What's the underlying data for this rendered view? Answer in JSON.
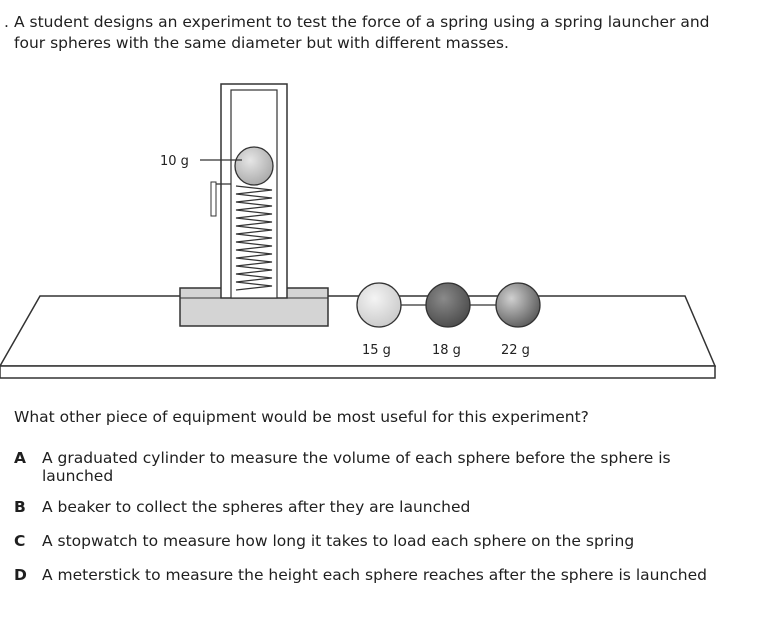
{
  "question": {
    "stem_mark": ".",
    "stem": "A student designs an experiment to test the force of a spring using a spring launcher and four spheres with the same diameter but with different masses.",
    "prompt": "What other piece of equipment would be most useful for this experiment?"
  },
  "figure": {
    "launcher_sphere_label": "10 g",
    "spheres": [
      {
        "label": "15 g",
        "color": "#e2e2e2"
      },
      {
        "label": "18 g",
        "color": "#6f6f6f"
      },
      {
        "label": "22 g",
        "color": "#909090"
      }
    ]
  },
  "choices": [
    {
      "letter": "A",
      "text": "A graduated cylinder to measure the volume of each sphere before the sphere is launched"
    },
    {
      "letter": "B",
      "text": "A beaker to collect the spheres after they are launched"
    },
    {
      "letter": "C",
      "text": "A stopwatch to measure how long it takes to load each sphere on the spring"
    },
    {
      "letter": "D",
      "text": "A meterstick to measure the height each sphere reaches after the sphere is launched"
    }
  ]
}
